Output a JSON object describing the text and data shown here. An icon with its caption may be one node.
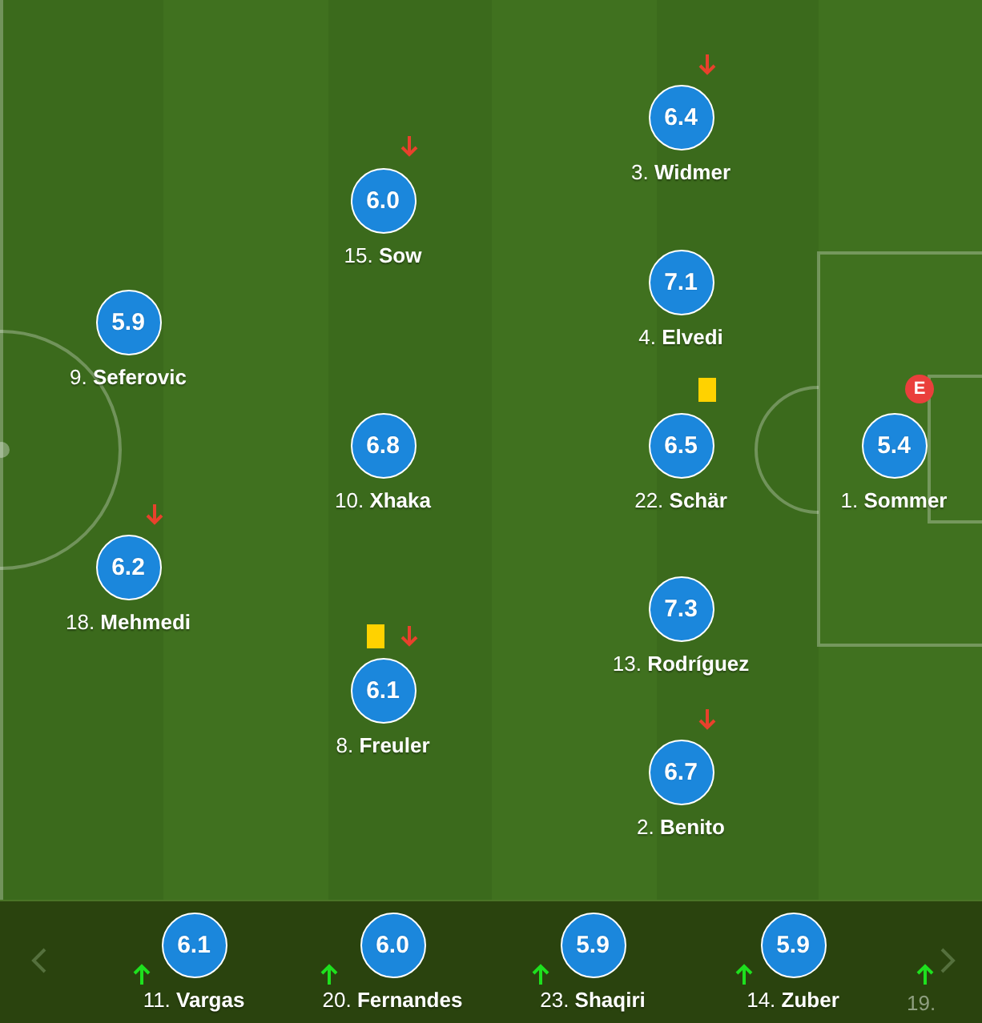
{
  "diagram": {
    "nodes": [
      {
        "text": [
          "6.4"
        ],
        "beside": [
          "3. **Widmer**"
        ]
      },
      {
        "text": [
          "6.0"
        ],
        "beside": [
          "15. **Sow**"
        ]
      },
      {
        "text": [
          "7.1"
        ],
        "beside": [
          "4. **Elvedi**"
        ]
      },
      {
        "text": [
          "5.9"
        ],
        "beside": [
          "9. **Seferovic**"
        ]
      },
      {
        "text": [
          "6.8"
        ],
        "beside": [
          "10. **Xhaka**"
        ]
      },
      {
        "text": [
          "6.5"
        ],
        "beside": [
          "22. **Schär**"
        ]
      },
      {
        "text": [
          "E"
        ]
      },
      {
        "text": [
          "5.4"
        ],
        "beside": [
          "1. **Sommer**"
        ]
      },
      {
        "text": [
          "6.2"
        ],
        "beside": [
          "18. **Mehmedi**"
        ]
      },
      {
        "text": [
          "7.3"
        ],
        "beside": [
          "13. **Rodríguez**"
        ]
      },
      {
        "text": [
          "6.1"
        ],
        "beside": [
          "8. **Freuler**"
        ]
      },
      {
        "text": [
          "6.7"
        ],
        "beside": [
          "2. **Benito**"
        ]
      },
      {
        "text": [
          "6.1"
        ],
        "beside": [
          "11. **Vargas**"
        ]
      },
      {
        "text": [
          "6.0"
        ],
        "beside": [
          "20. **Fernandes**"
        ]
      },
      {
        "text": [
          "5.9"
        ],
        "beside": [
          "23. **Shaqiri**"
        ]
      },
      {
        "text": [
          "5.9"
        ],
        "beside": [
          "14. **Zuber**"
        ]
      }
    ],
    "labels": [
      "19."
    ]
  }
}
